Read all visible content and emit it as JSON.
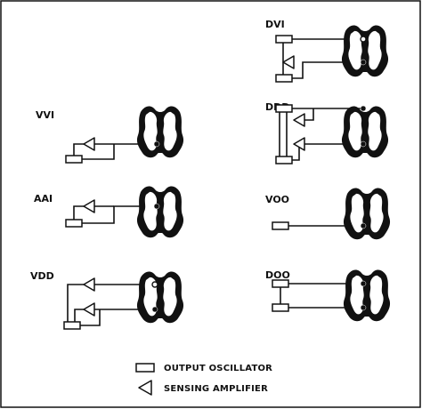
{
  "modes": [
    {
      "id": "dvi",
      "label": "DVI"
    },
    {
      "id": "ddd",
      "label": "DDD"
    },
    {
      "id": "vvi",
      "label": "VVI"
    },
    {
      "id": "aai",
      "label": "AAI"
    },
    {
      "id": "voo",
      "label": "VOO"
    },
    {
      "id": "vdd",
      "label": "VDD"
    },
    {
      "id": "doo",
      "label": "DOO"
    }
  ],
  "legend": {
    "oscillator": "OUTPUT OSCILLATOR",
    "amplifier": "SENSING AMPLIFIER"
  }
}
